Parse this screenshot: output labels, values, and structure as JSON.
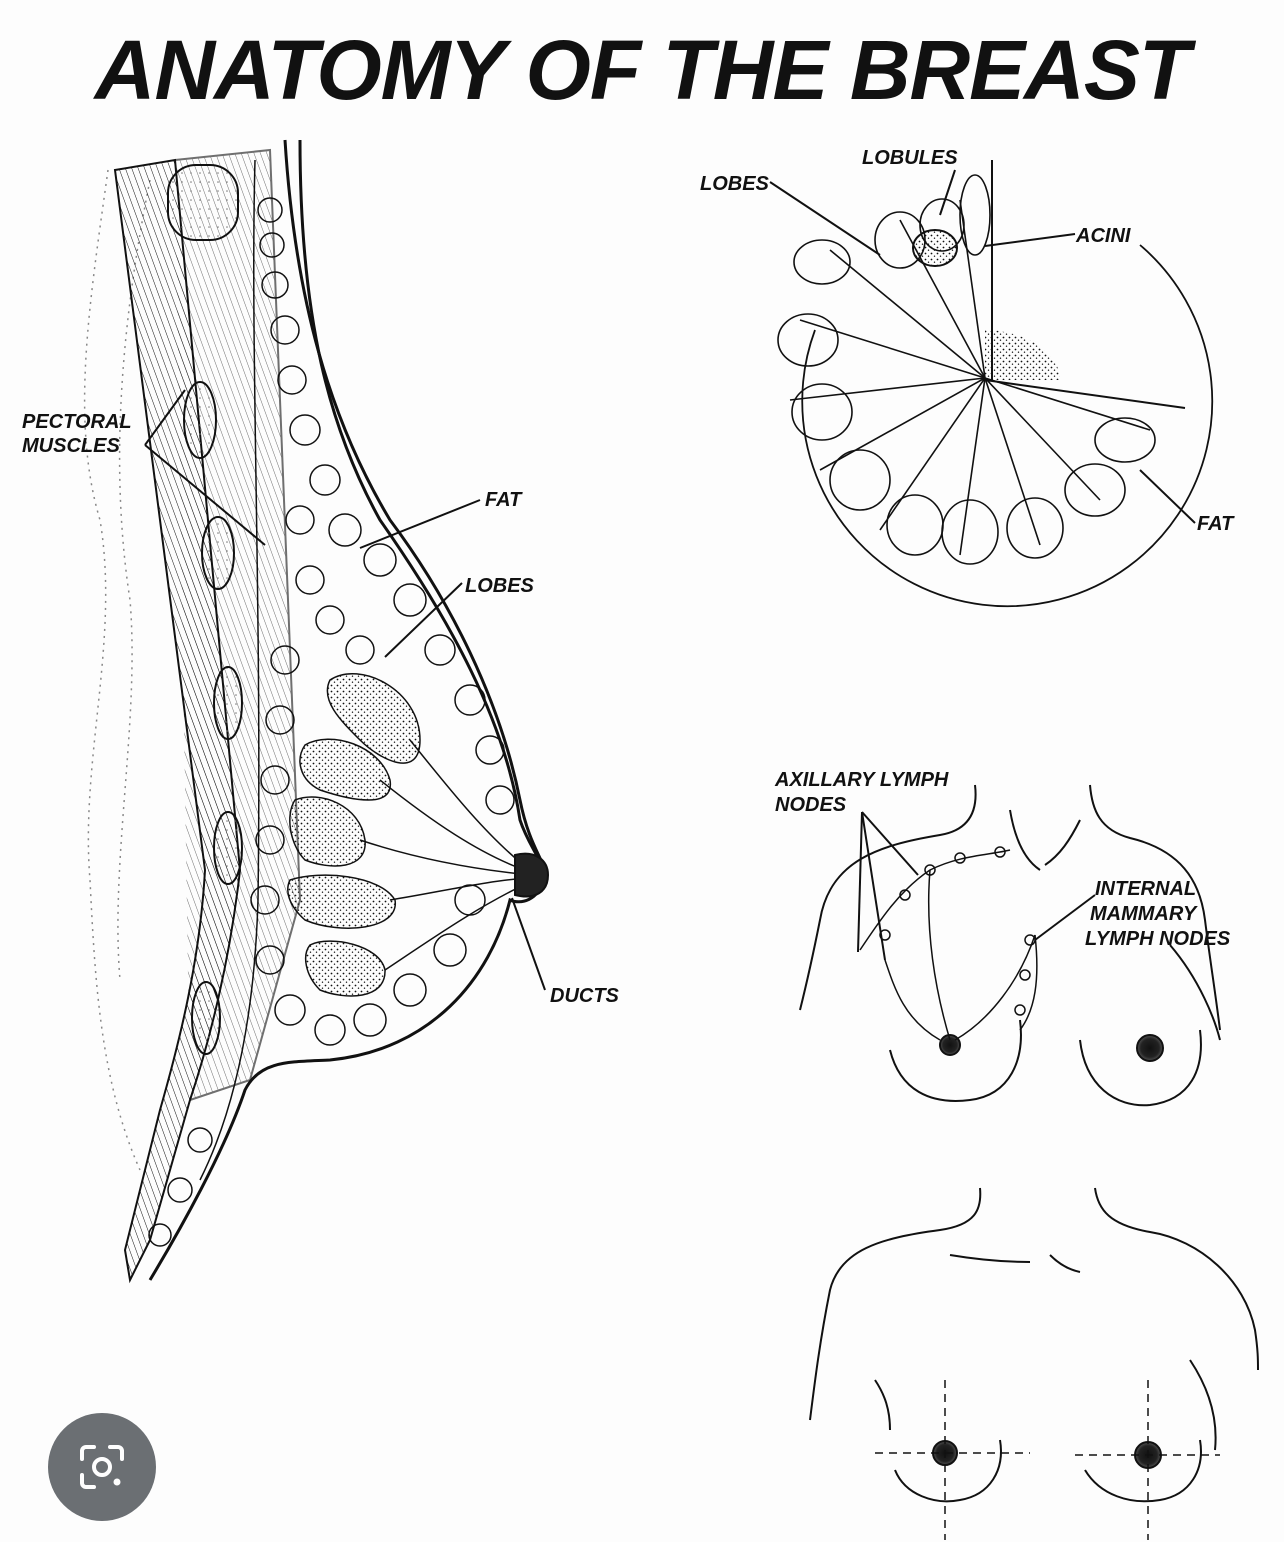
{
  "title": "ANATOMY OF THE BREAST",
  "labels": {
    "side_view": {
      "pectoral_line1": "PECTORAL",
      "pectoral_line2": "MUSCLES",
      "fat": "FAT",
      "lobes": "LOBES",
      "ducts": "DUCTS"
    },
    "lobe_view": {
      "lobules": "LOBULES",
      "lobes": "LOBES",
      "acini": "ACINI",
      "fat": "FAT"
    },
    "lymph_view": {
      "axillary_line1": "AXILLARY LYMPH",
      "axillary_line2": "NODES",
      "internal_line1": "INTERNAL",
      "internal_line2": "MAMMARY",
      "internal_line3": "LYMPH NODES"
    }
  },
  "overlay": {
    "lens_icon": "google-lens-icon"
  },
  "colors": {
    "ink": "#111111",
    "background": "#fdfdfd",
    "lens_button": "#5f6368"
  }
}
